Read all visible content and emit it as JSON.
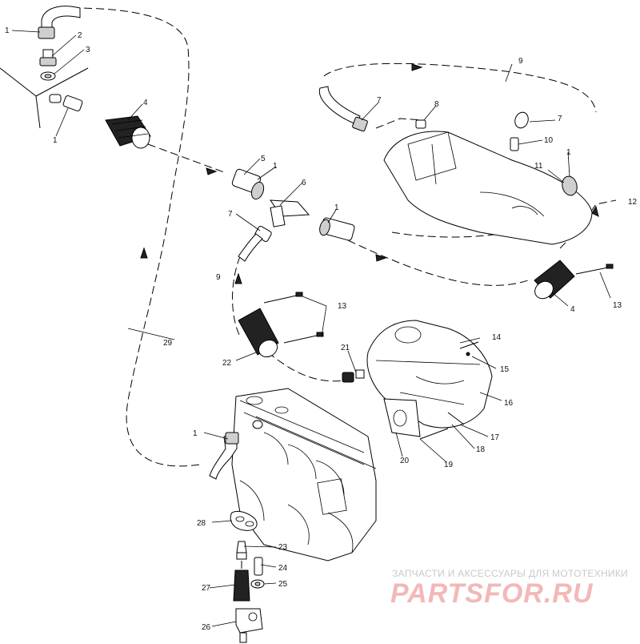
{
  "callouts": {
    "c1a": "1",
    "c2": "2",
    "c3": "3",
    "c4a": "4",
    "c1b": "1",
    "c9a": "9",
    "c7a": "7",
    "c8": "8",
    "c7b": "7",
    "c10": "10",
    "c1c": "1",
    "c11": "11",
    "c12": "12",
    "c5": "5",
    "c1d": "1",
    "c6": "6",
    "c7c": "7",
    "c1e": "1",
    "c9b": "9",
    "c4b": "4",
    "c13a": "13",
    "c13b": "13",
    "c29": "29",
    "c14": "14",
    "c15": "15",
    "c21": "21",
    "c22": "22",
    "c16": "16",
    "c17": "17",
    "c18": "18",
    "c19": "19",
    "c20": "20",
    "c1f": "1",
    "c28": "28",
    "c23": "23",
    "c24": "24",
    "c27": "27",
    "c25": "25",
    "c26": "26"
  },
  "watermark": {
    "tagline": "ЗАПЧАСТИ И АКСЕССУАРЫ ДЛЯ МОТОТЕХНИКИ",
    "logo": "PARTSFOR.RU"
  }
}
